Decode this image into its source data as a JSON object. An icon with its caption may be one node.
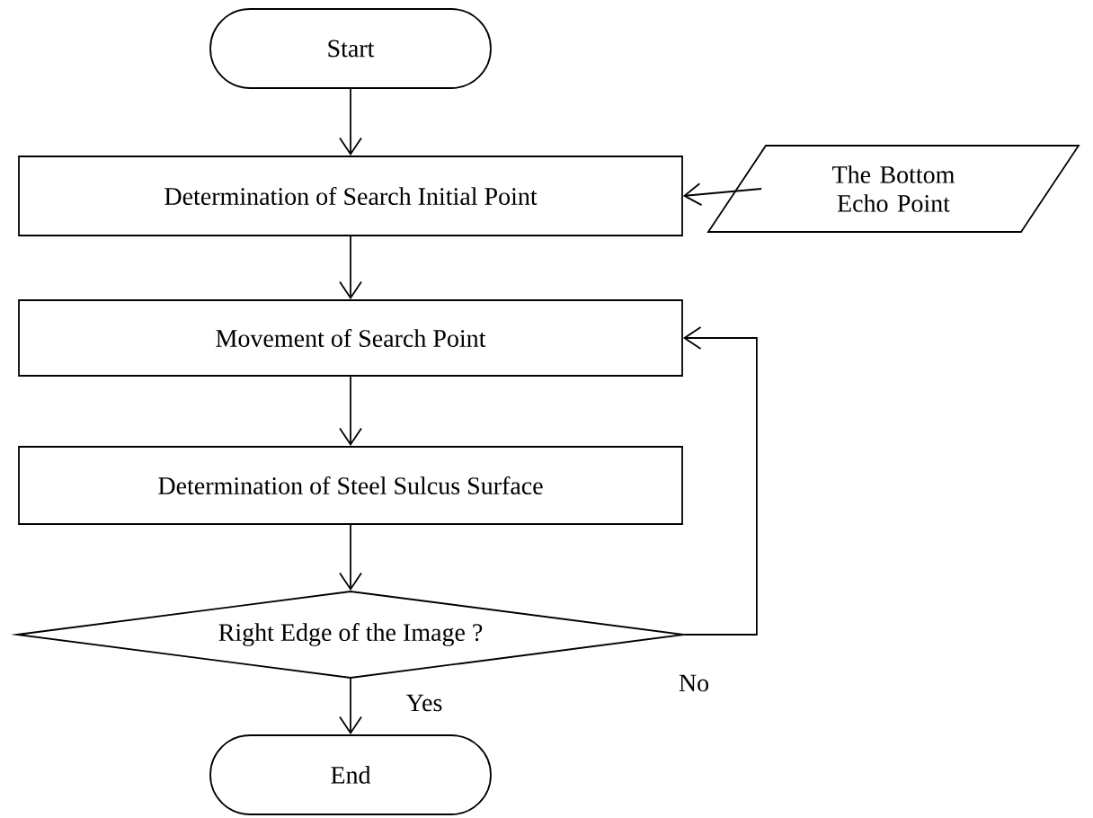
{
  "diagram": {
    "nodes": [
      {
        "text": [
          "Start"
        ]
      },
      {
        "text": [
          "Determination of Search Initial Point"
        ]
      },
      {
        "text": [
          "The Bottom Echo Point"
        ]
      },
      {
        "text": [
          "Movement of Search Point"
        ]
      },
      {
        "text": [
          "Determination of Steel Sulcus Surface"
        ]
      },
      {
        "text": [
          "Right Edge of the Image ?"
        ]
      },
      {
        "text": [
          "End"
        ]
      }
    ],
    "edges": [
      {
        "from": 0,
        "to": 1,
        "arrow": "to"
      },
      {
        "from": 2,
        "to": 1,
        "arrow": "to"
      },
      {
        "from": 1,
        "to": 3,
        "arrow": "to"
      },
      {
        "from": 3,
        "to": 4,
        "arrow": "to"
      },
      {
        "from": 4,
        "to": 5,
        "arrow": "to"
      },
      {
        "from": 5,
        "to": 6,
        "arrow": "to",
        "label": "Yes"
      },
      {
        "from": 5,
        "to": 3,
        "arrow": "to",
        "label": "No"
      }
    ]
  }
}
